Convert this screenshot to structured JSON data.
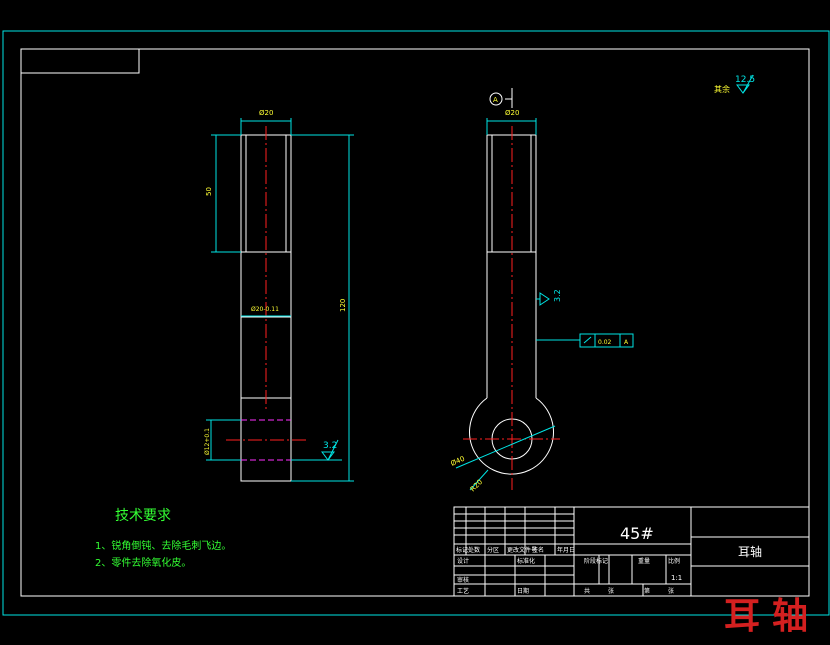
{
  "material": "45#",
  "part_name": "耳轴",
  "watermark": "耳轴",
  "tech_req": {
    "title": "技术要求",
    "items": [
      "1、锐角倒钝、去除毛刺飞边。",
      "2、零件去除氧化皮。"
    ]
  },
  "roughness": {
    "other_label": "其余",
    "other_value": "12.5",
    "value_a": "3.2",
    "value_b": "3.2"
  },
  "datum": {
    "label": "A"
  },
  "tolerance_frame": {
    "value": "0.02",
    "datum": "A"
  },
  "dims": {
    "front_dia_top": "Ø20",
    "front_len_thread": "50",
    "front_dia_mid": "Ø20-0.11",
    "front_total": "120",
    "front_hole": "Ø12+0.1",
    "side_dia_top": "Ø20",
    "side_dia_ring": "Ø40",
    "side_r": "R20"
  },
  "title_block": {
    "scale": "1:1",
    "labels": [
      "标记",
      "处数",
      "分区",
      "更改文件号",
      "签名",
      "年月日",
      "设计",
      "标准化",
      "阶段标记",
      "重量",
      "比例",
      "审核",
      "工艺",
      "日期",
      "共",
      "张",
      "第",
      "张"
    ]
  }
}
